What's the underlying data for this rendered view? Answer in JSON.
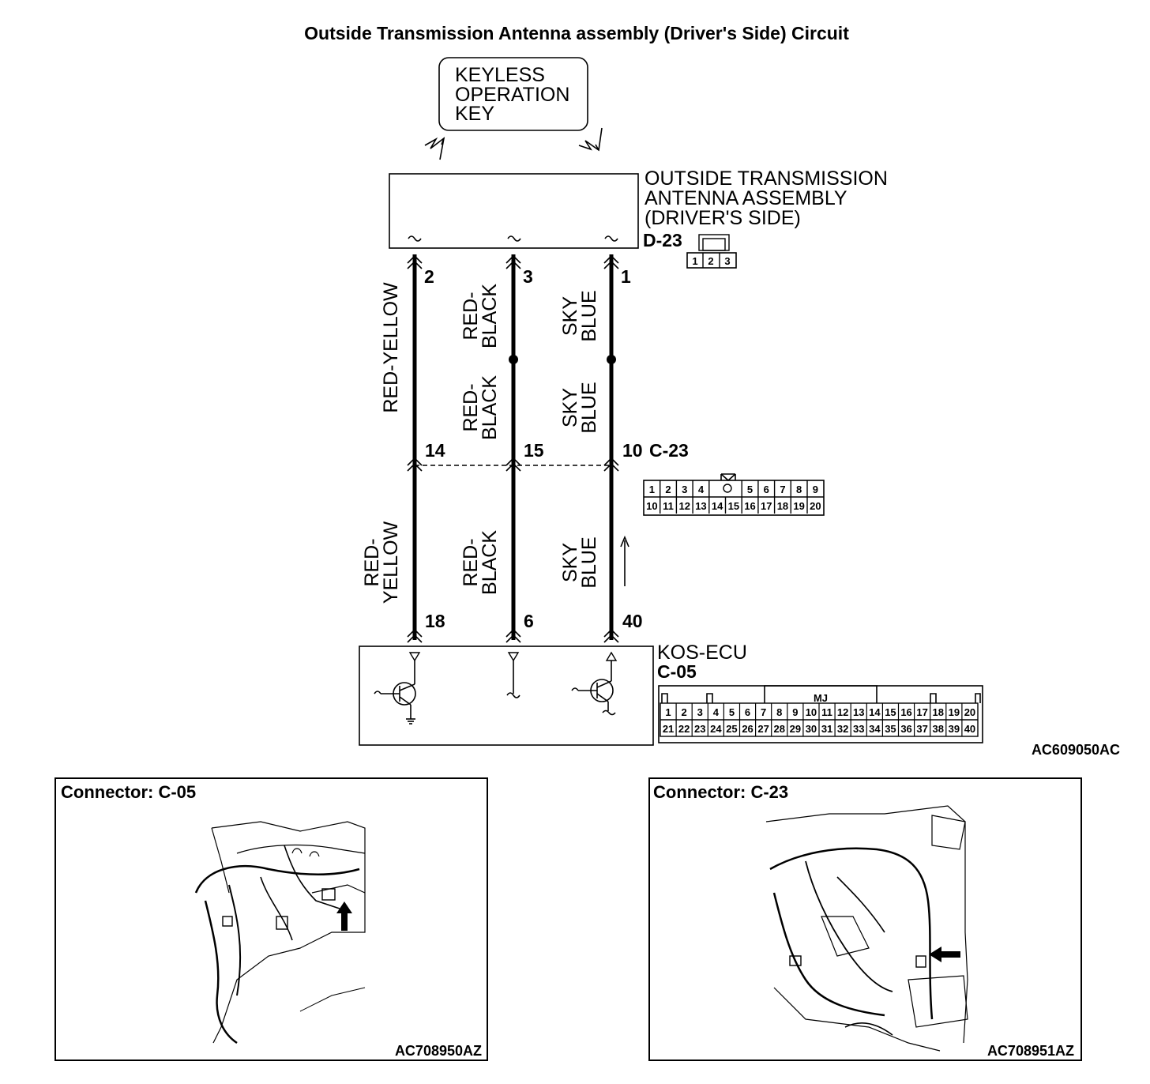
{
  "title": "Outside Transmission Antenna assembly (Driver's Side) Circuit",
  "keyless_key": {
    "lines": [
      "KEYLESS",
      "OPERATION",
      "KEY"
    ]
  },
  "antenna_assembly": {
    "lines": [
      "OUTSIDE TRANSMISSION",
      "ANTENNA ASSEMBLY",
      "(DRIVER'S SIDE)"
    ],
    "connector": "D-23",
    "connector_pins": [
      "1",
      "2",
      "3"
    ]
  },
  "wires": [
    {
      "id": "wire-1",
      "top_pin": "2",
      "mid_pin": "14",
      "bottom_pin": "18",
      "upper_color": [
        "RED-YELLOW"
      ],
      "upper_color2": null,
      "lower_color": [
        "RED-",
        "YELLOW"
      ]
    },
    {
      "id": "wire-2",
      "top_pin": "3",
      "mid_pin": "15",
      "bottom_pin": "6",
      "upper_color": [
        "RED-",
        "BLACK"
      ],
      "upper_color2": [
        "RED-",
        "BLACK"
      ],
      "lower_color": [
        "RED-",
        "BLACK"
      ]
    },
    {
      "id": "wire-3",
      "top_pin": "1",
      "mid_pin": "10",
      "bottom_pin": "40",
      "upper_color": [
        "SKY",
        "BLUE"
      ],
      "upper_color2": [
        "SKY",
        "BLUE"
      ],
      "lower_color": [
        "SKY",
        "BLUE"
      ]
    }
  ],
  "junction_connector": {
    "name": "C-23",
    "row1": [
      "1",
      "2",
      "3",
      "4",
      "",
      "",
      "5",
      "6",
      "7",
      "8",
      "9"
    ],
    "row2": [
      "10",
      "11",
      "12",
      "13",
      "14",
      "15",
      "16",
      "17",
      "18",
      "19",
      "20"
    ]
  },
  "ecu": {
    "name": "KOS-ECU",
    "connector": "C-05",
    "header": "MJ",
    "row1": [
      "1",
      "2",
      "3",
      "4",
      "5",
      "6",
      "7",
      "8",
      "9",
      "10",
      "11",
      "12",
      "13",
      "14",
      "15",
      "16",
      "17",
      "18",
      "19",
      "20"
    ],
    "row2": [
      "21",
      "22",
      "23",
      "24",
      "25",
      "26",
      "27",
      "28",
      "29",
      "30",
      "31",
      "32",
      "33",
      "34",
      "35",
      "36",
      "37",
      "38",
      "39",
      "40"
    ]
  },
  "diagram_code": "AC609050AC",
  "panels": [
    {
      "title": "Connector: C-05",
      "code": "AC708950AZ"
    },
    {
      "title": "Connector: C-23",
      "code": "AC708951AZ"
    }
  ]
}
